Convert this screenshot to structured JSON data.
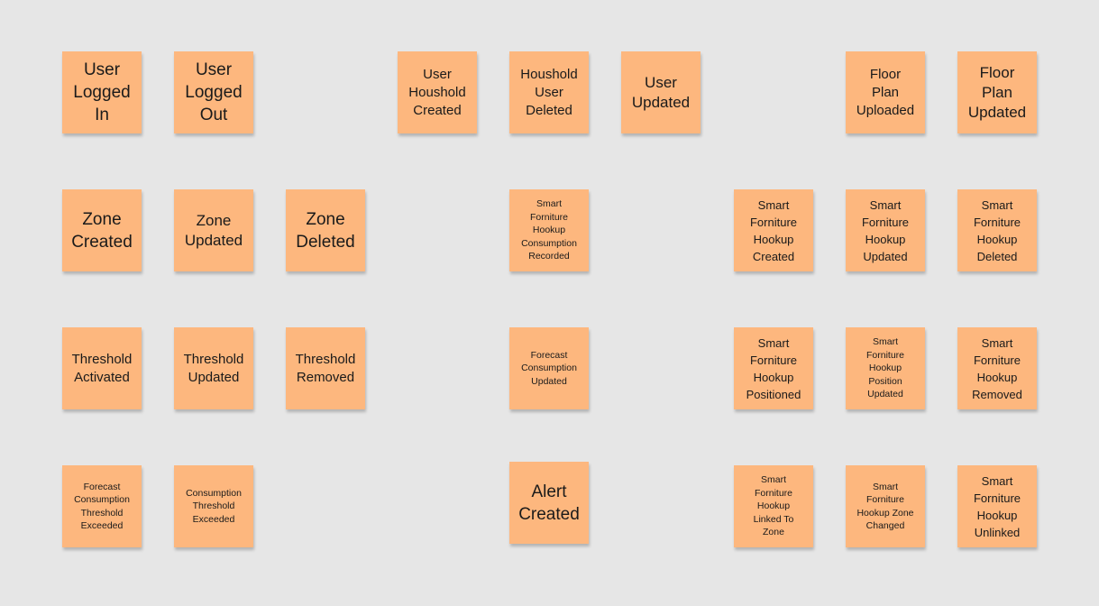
{
  "board": {
    "notes": [
      {
        "id": "user-logged-in",
        "text": "User\nLogged\nIn"
      },
      {
        "id": "user-logged-out",
        "text": "User\nLogged\nOut"
      },
      {
        "id": "user-houshold-created",
        "text": "User\nHoushold\nCreated"
      },
      {
        "id": "houshold-user-deleted",
        "text": "Houshold\nUser\nDeleted"
      },
      {
        "id": "user-updated",
        "text": "User\nUpdated"
      },
      {
        "id": "floor-plan-uploaded",
        "text": "Floor\nPlan\nUploaded"
      },
      {
        "id": "floor-plan-updated",
        "text": "Floor\nPlan\nUpdated"
      },
      {
        "id": "zone-created",
        "text": "Zone\nCreated"
      },
      {
        "id": "zone-updated",
        "text": "Zone\nUpdated"
      },
      {
        "id": "zone-deleted",
        "text": "Zone\nDeleted"
      },
      {
        "id": "hookup-consumption-recorded",
        "text": "Smart\nForniture\nHookup\nConsumption\nRecorded"
      },
      {
        "id": "hookup-created",
        "text": "Smart\nForniture\nHookup\nCreated"
      },
      {
        "id": "hookup-updated",
        "text": "Smart\nForniture\nHookup\nUpdated"
      },
      {
        "id": "hookup-deleted",
        "text": "Smart\nForniture\nHookup\nDeleted"
      },
      {
        "id": "threshold-activated",
        "text": "Threshold\nActivated"
      },
      {
        "id": "threshold-updated",
        "text": "Threshold\nUpdated"
      },
      {
        "id": "threshold-removed",
        "text": "Threshold\nRemoved"
      },
      {
        "id": "forecast-consumption-updated",
        "text": "Forecast\nConsumption\nUpdated"
      },
      {
        "id": "hookup-positioned",
        "text": "Smart\nForniture\nHookup\nPositioned"
      },
      {
        "id": "hookup-position-updated",
        "text": "Smart\nForniture\nHookup\nPosition\nUpdated"
      },
      {
        "id": "hookup-removed",
        "text": "Smart\nForniture\nHookup\nRemoved"
      },
      {
        "id": "forecast-consumption-threshold-exceeded",
        "text": "Forecast\nConsumption\nThreshold\nExceeded"
      },
      {
        "id": "consumption-threshold-exceeded",
        "text": "Consumption\nThreshold\nExceeded"
      },
      {
        "id": "alert-created",
        "text": "Alert\nCreated"
      },
      {
        "id": "hookup-linked-to-zone",
        "text": "Smart\nForniture\nHookup\nLinked To\nZone"
      },
      {
        "id": "hookup-zone-changed",
        "text": "Smart\nForniture\nHookup Zone\nChanged"
      },
      {
        "id": "hookup-unlinked",
        "text": "Smart\nForniture\nHookup\nUnlinked"
      }
    ],
    "colors": {
      "background": "#e6e6e6",
      "sticky_note": "#fdb77e",
      "text": "#1a1a1a"
    }
  }
}
